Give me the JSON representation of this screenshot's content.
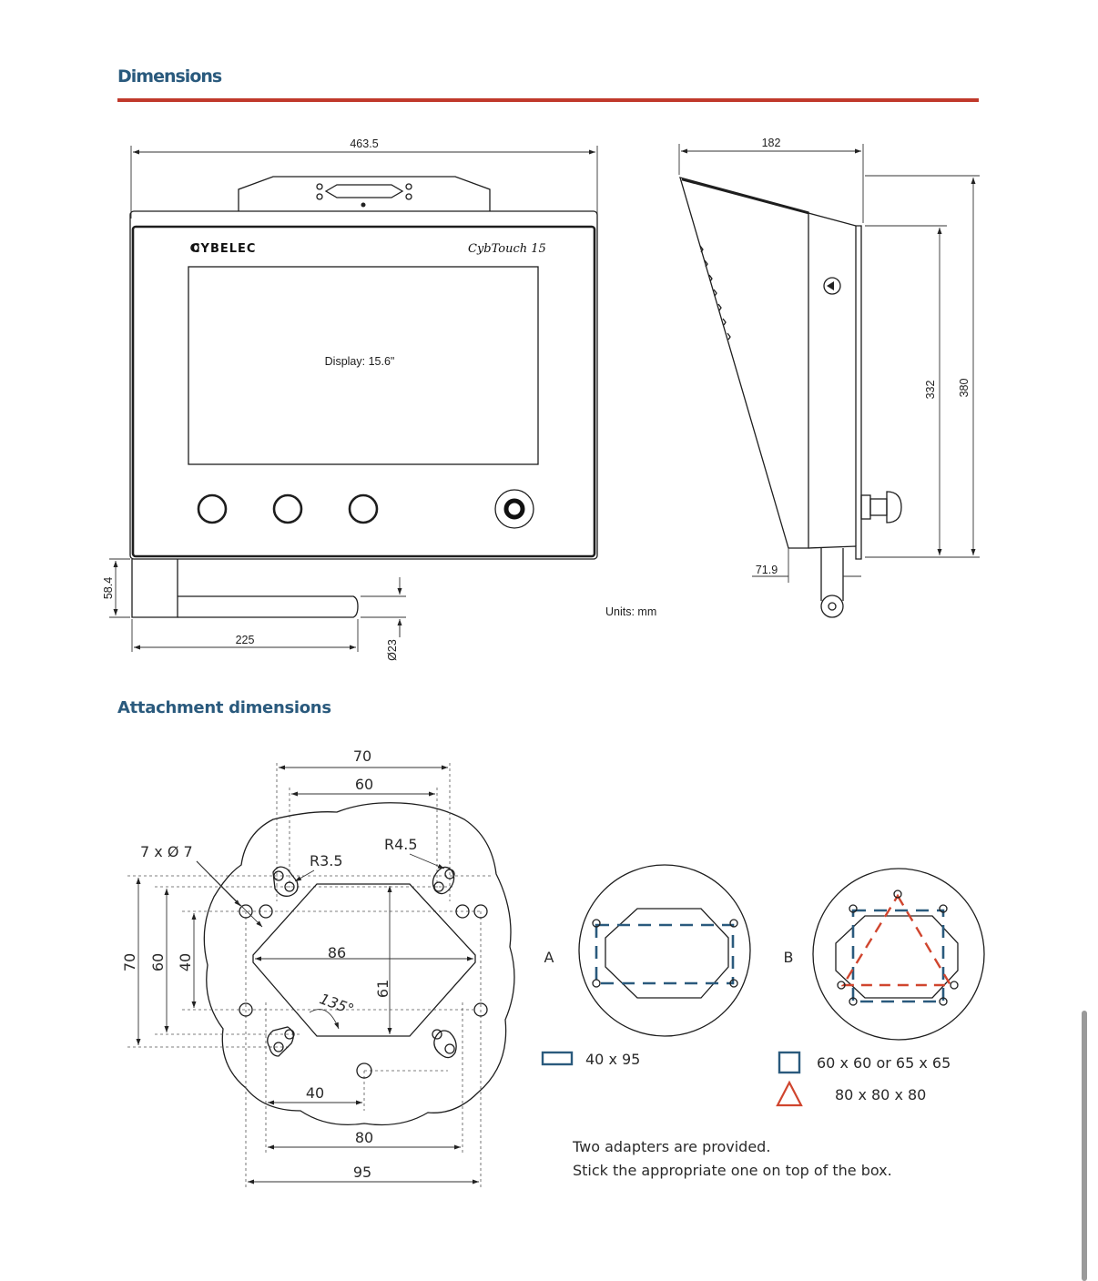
{
  "page": {
    "title": "Dimensions",
    "section2_title": "Attachment dimensions"
  },
  "front_view": {
    "width_overall": "463.5",
    "brand": "CYBELEC",
    "model": "CybTouch 15",
    "display_label": "Display: 15.6\"",
    "arm_height": "58.4",
    "arm_length": "225",
    "arm_diameter": "Ø23"
  },
  "side_view": {
    "depth": "182",
    "height_inner": "332",
    "height_overall": "380",
    "offset": "71.9",
    "units": "Units:  mm"
  },
  "attachment": {
    "dim_70_top": "70",
    "dim_60_top": "60",
    "holes": "7 x Ø 7",
    "r35": "R3.5",
    "r45": "R4.5",
    "dim_86": "86",
    "dim_61": "61",
    "angle": "135°",
    "dim_70_left": "70",
    "dim_60_left": "60",
    "dim_40_left": "40",
    "dim_40_bottom": "40",
    "dim_80_bottom": "80",
    "dim_95_bottom": "95"
  },
  "adapters": {
    "label_a": "A",
    "label_b": "B",
    "legend_rect": "40 x 95",
    "legend_square": "60 x 60 or 65 x 65",
    "legend_triangle": "80 x 80 x 80",
    "note_line1": "Two adapters are provided.",
    "note_line2": "Stick the appropriate one on top of the box.",
    "colors": {
      "blue": "#2a5a7d",
      "red": "#d0452e"
    }
  }
}
